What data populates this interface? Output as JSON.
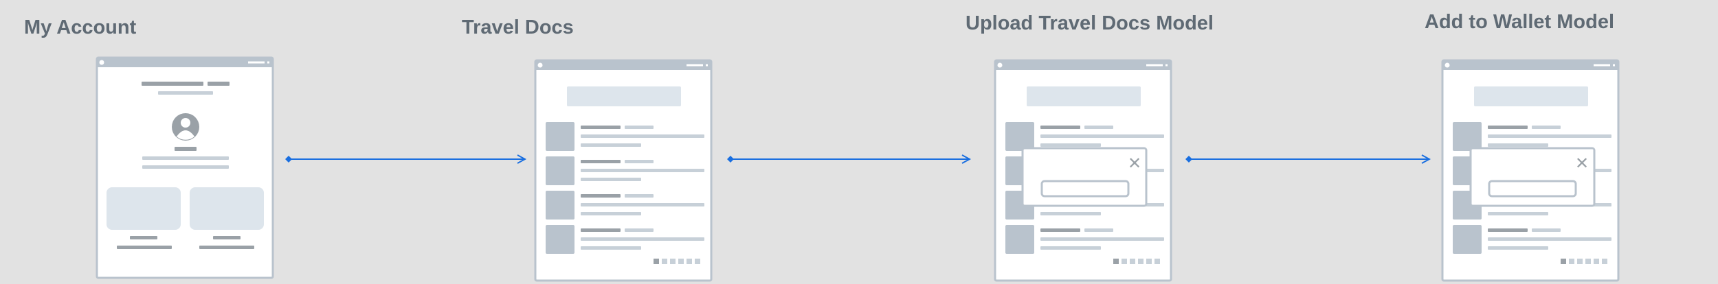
{
  "screens": [
    {
      "id": "my-account",
      "title": "My Account"
    },
    {
      "id": "travel-docs",
      "title": "Travel Docs"
    },
    {
      "id": "upload-travel-docs",
      "title": "Upload Travel Docs Model"
    },
    {
      "id": "add-to-wallet",
      "title": "Add to Wallet Model"
    }
  ],
  "modal_close_glyph": "✕",
  "colors": {
    "background": "#e2e2e2",
    "frame_border": "#b9c3cd",
    "frame_fill": "#ffffff",
    "placeholder_dark": "#9aa1a7",
    "placeholder_light": "#c7d0d8",
    "placeholder_block": "#dde5ec",
    "connector": "#1a6fe0",
    "title_text": "#5f6a74"
  }
}
